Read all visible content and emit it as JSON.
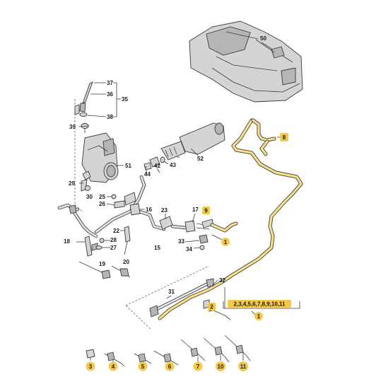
{
  "title": "",
  "callouts": {
    "c50": "50",
    "c37": "37",
    "c36": "36",
    "c35": "35",
    "c38": "38",
    "c39": "39",
    "c51": "51",
    "c29": "29",
    "c30": "30",
    "c52": "52",
    "c43": "43",
    "c42": "42",
    "c44": "44",
    "c8": "8",
    "c25": "25",
    "c26": "26",
    "c16": "16",
    "c23": "23",
    "c17": "17",
    "c9": "9",
    "c1a": "1",
    "c18": "18",
    "c28": "28",
    "c27": "27",
    "c22": "22",
    "c15": "15",
    "c33": "33",
    "c34": "34",
    "c19": "19",
    "c20": "20",
    "c32": "32",
    "c31": "31",
    "cgroup": "2,3,4,5,6,7,8,9,10,11",
    "c1b": "1",
    "c2": "2",
    "c3": "3",
    "c4": "4",
    "c5": "5",
    "c6": "6",
    "c7": "7",
    "c10": "10",
    "c11": "11"
  },
  "colors": {
    "highlight": "#f2c94c",
    "pipe_highlight": "#f7e28a",
    "part_fill": "#d4d4d4",
    "outline": "#3a3a3a"
  }
}
